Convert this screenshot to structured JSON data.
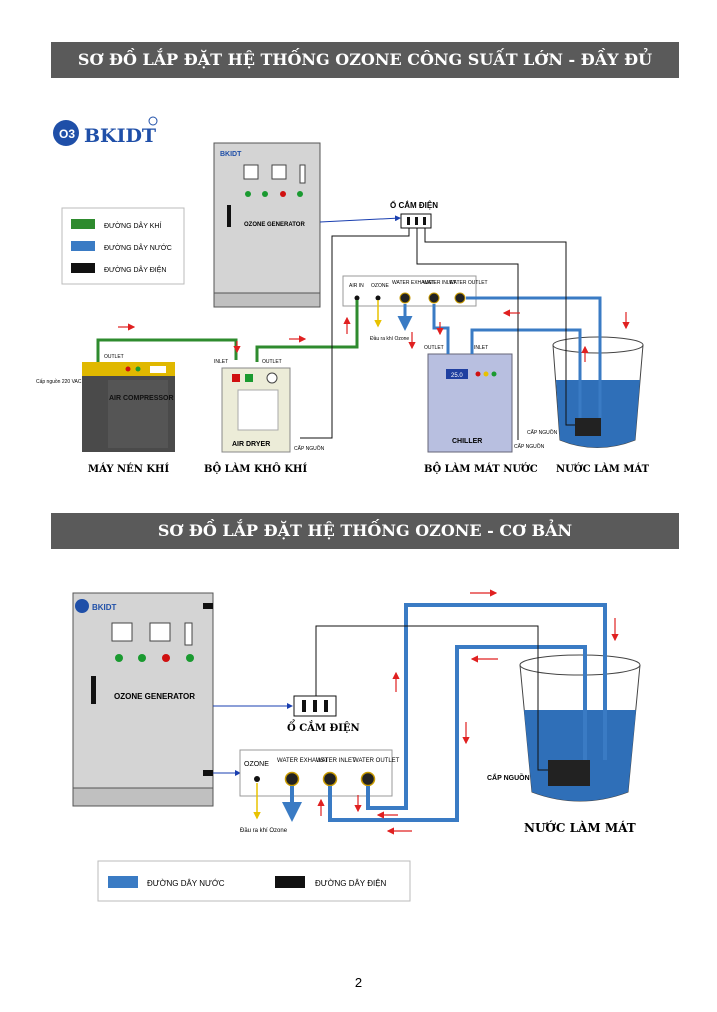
{
  "section1": {
    "title": "SƠ ĐỒ LẮP ĐẶT HỆ THỐNG OZONE CÔNG SUẤT LỚN - ĐẦY ĐỦ",
    "logo": "BKIDT",
    "logo_sub": "O3",
    "legend": [
      "ĐƯỜNG DÂY KHÍ",
      "ĐƯỜNG DÂY NƯỚC",
      "ĐƯỜNG DÂY ĐIỆN"
    ],
    "generator_label": "OZONE GENERATOR",
    "generator_logo": "BKIDT",
    "socket_label": "Ổ CẮM ĐIỆN",
    "ports": [
      "AIR IN",
      "OZONE",
      "WATER EXHAUST",
      "WATER INLET",
      "WATER OUTLET"
    ],
    "ozone_out": "Đầu ra khí Ozone",
    "compressor": {
      "label": "AIR COMPRESSOR",
      "outlet": "OUTLET",
      "power": "Cấp nguồn 220 VAC",
      "caption": "MÁY NÉN KHÍ"
    },
    "dryer": {
      "label": "AIR DRYER",
      "inlet": "INLET",
      "outlet": "OUTLET",
      "power": "CẤP NGUỒN",
      "caption": "BỘ LÀM KHÔ KHÍ"
    },
    "chiller": {
      "label": "CHILLER",
      "outlet": "OUTLET",
      "inlet": "INLET",
      "display": "25.0",
      "power": "CẤP NGUỒN",
      "caption": "BỘ LÀM MÁT NƯỚC"
    },
    "tank": {
      "power": "CẤP NGUỒN",
      "caption": "NƯỚC LÀM MÁT"
    }
  },
  "section2": {
    "title": "SƠ ĐỒ LẮP ĐẶT HỆ THỐNG OZONE - CƠ BẢN",
    "generator_label": "OZONE GENERATOR",
    "generator_logo": "BKIDT",
    "socket_label": "Ổ CẮM ĐIỆN",
    "ports": [
      "OZONE",
      "WATER EXHAUST",
      "WATER INLET",
      "WATER OUTLET"
    ],
    "ozone_out": "Đầu ra khí Ozone",
    "tank_power": "CẤP NGUỒN",
    "tank_caption": "NƯỚC LÀM MÁT",
    "legend": [
      "ĐƯỜNG DÂY NƯỚC",
      "ĐƯỜNG DÂY ĐIỆN"
    ]
  },
  "colors": {
    "air": "#2e8b2e",
    "water": "#3a7bc4",
    "power": "#111111",
    "banner": "#5a5a5a",
    "arrow": "#e02020"
  },
  "page_number": "2"
}
